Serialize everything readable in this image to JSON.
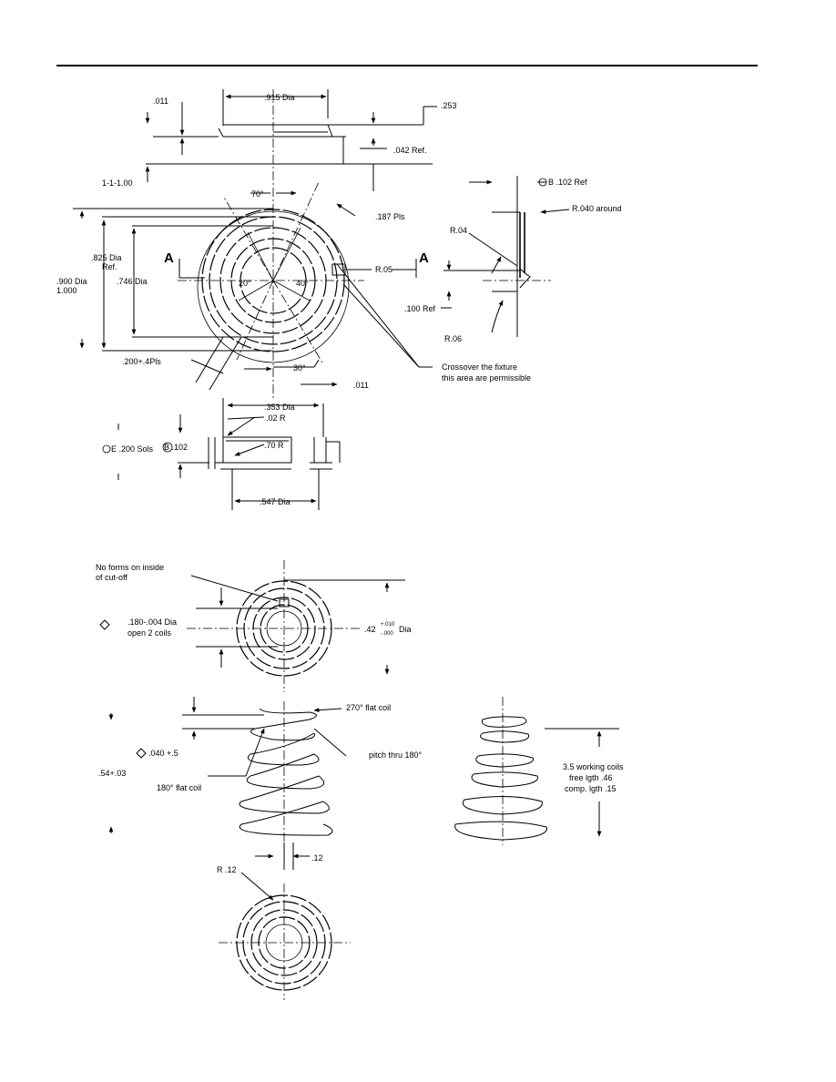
{
  "top_rule": true,
  "view1": {
    "dim_top_011": ".011",
    "dim_915": ".915 Dia",
    "dim_253": ".253",
    "dim_042": ".042 Ref.",
    "dim_1_1": "1-1-1.00",
    "dim_70_a": "70°",
    "dim_187": ".187 Pls",
    "dim_825": ".825 Dia",
    "dim_825_ref": "Ref.",
    "dim_900": ".900 Dia",
    "dim_900_b": "1.000",
    "dim_746": ".746 Dia",
    "dim_20": "20°",
    "dim_40": "40°",
    "dim_r05": "R.05",
    "section_a_left": "A",
    "section_a_right": "A",
    "dim_20p": ".200+.4Pls",
    "dim_30": "30°",
    "dim_011b": ".011"
  },
  "view2": {
    "dim_b102": "B .102 Ref",
    "dim_r040": "R.040 around",
    "dim_r04": "R.04",
    "dim_100": ".100 Ref",
    "dim_r06": "R.06",
    "note_line1": "Crossover the fixture",
    "note_line2": "this area are permissible"
  },
  "view3": {
    "dim_353": ".353 Dia",
    "dim_02r": ".02 R",
    "dim_70r": ".70 R",
    "dim_e200": "E .200 Sols",
    "dim_b102": "B .102",
    "dim_547": ".547 Dia"
  },
  "view4": {
    "note_no_forms_1": "No forms on inside",
    "note_no_forms_2": "of cut-off",
    "dim_180": ".180-.004 Dia",
    "dim_180_b": "open 2 coils",
    "dim_420": ".42",
    "dim_420_sup": "+.010",
    "dim_420_sub": "-.000",
    "dim_420_dia": "Dia"
  },
  "view5": {
    "dim_270": "270° flat coil",
    "dim_040": ".040 +.5",
    "dim_pitch": "pitch thru 180°",
    "dim_54": ".54+.03",
    "dim_180_flat": "180° flat coil",
    "dim_12": ".12",
    "dim_r12": "R .12"
  },
  "view6": {
    "note_1": "3.5 working coils",
    "note_2": "free lgth .46",
    "note_3": "comp. lgth .15"
  }
}
